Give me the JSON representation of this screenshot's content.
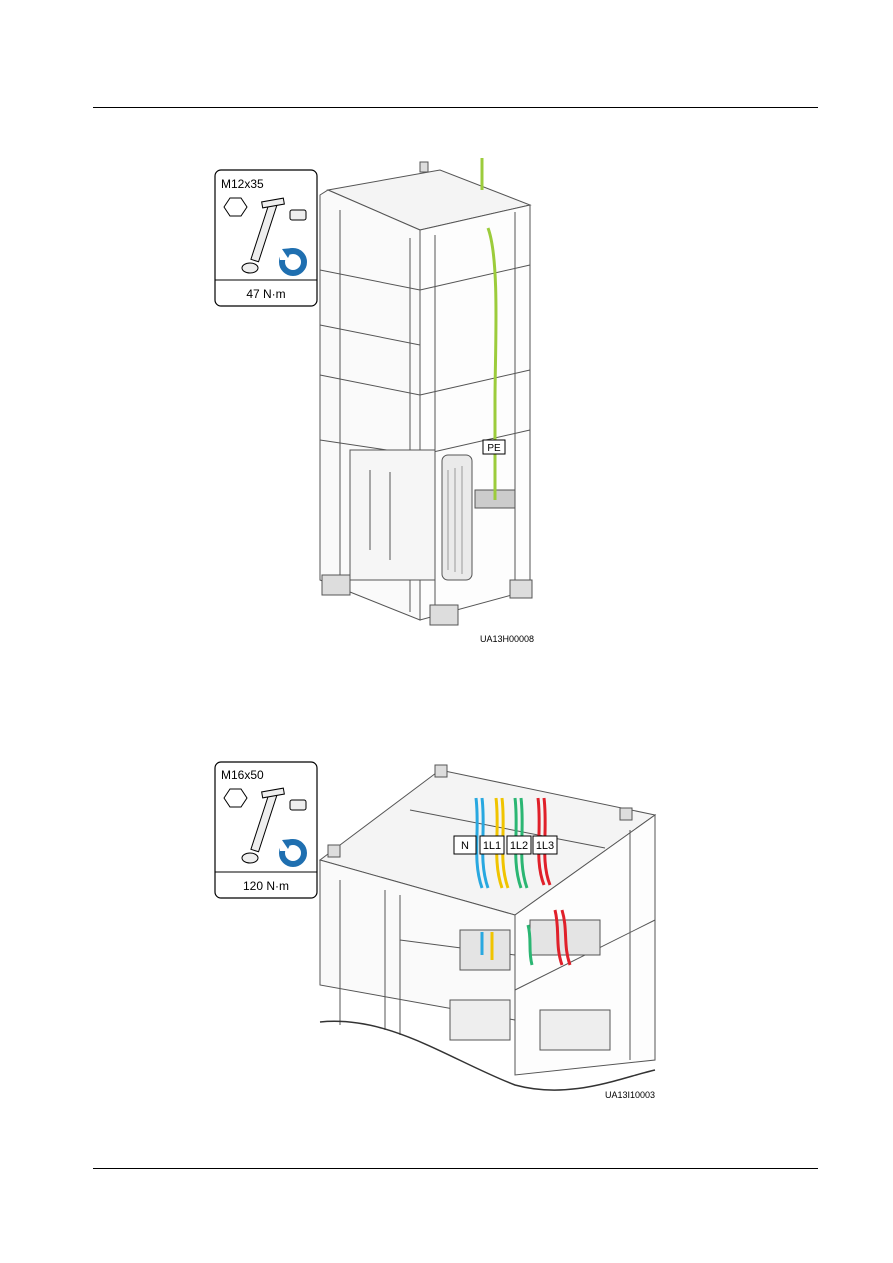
{
  "figure1": {
    "bolt": "M12x35",
    "torque": "47 N·m",
    "cable_label": "PE",
    "code": "UA13H00008",
    "colors": {
      "pe_cable": "#9ccc3c",
      "rotate_arrow": "#1f6fb0"
    }
  },
  "figure2": {
    "bolt": "M16x50",
    "torque": "120 N·m",
    "cable_labels": [
      "N",
      "1L1",
      "1L2",
      "1L3"
    ],
    "code": "UA13I10003",
    "colors": {
      "n": "#29a8e0",
      "l1": "#f0c400",
      "l2": "#2bb673",
      "l3": "#e0202a",
      "rotate_arrow": "#1f6fb0"
    }
  }
}
